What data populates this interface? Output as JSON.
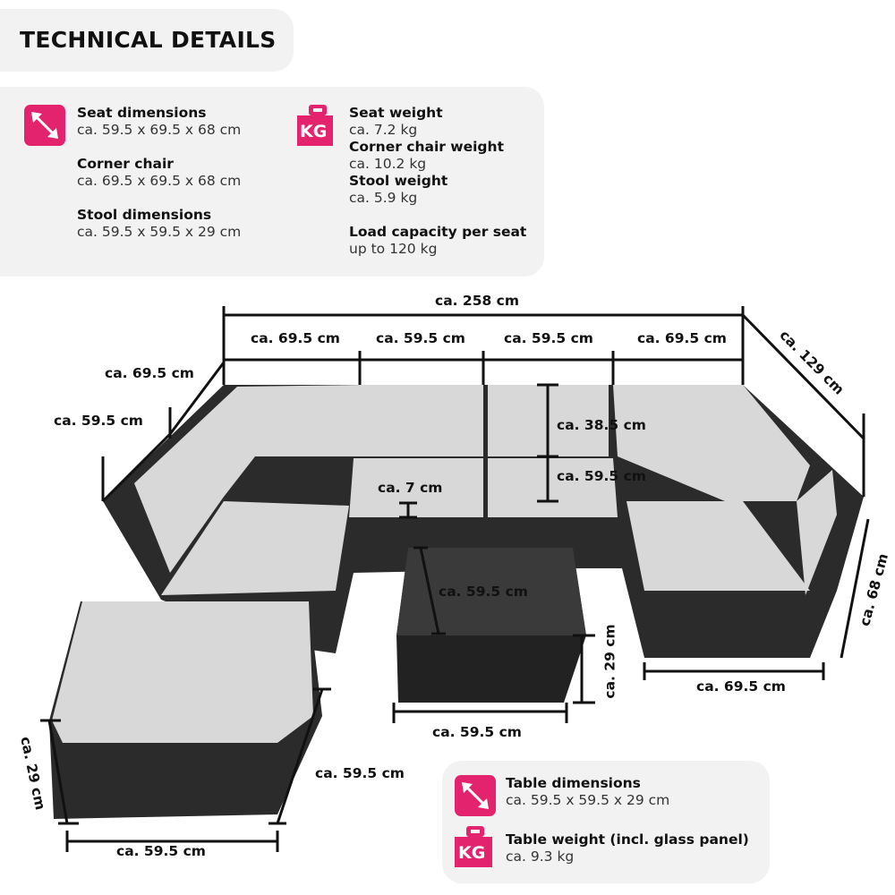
{
  "title": "TECHNICAL DETAILS",
  "colors": {
    "accent": "#e4236f",
    "panel": "#f2f2f2",
    "wicker": "#2b2b2b",
    "cushion": "#d8d8d8"
  },
  "specs": {
    "dimensions_icon": "diagonal-arrows-icon",
    "weight_icon": "kg-weight-icon",
    "left": [
      {
        "label": "Seat dimensions",
        "value": "ca. 59.5 x 69.5 x 68 cm"
      },
      {
        "label": "Corner chair",
        "value": "ca. 69.5 x 69.5 x 68 cm"
      },
      {
        "label": "Stool dimensions",
        "value": "ca. 59.5 x 59.5 x 29 cm"
      }
    ],
    "right": [
      {
        "label": "Seat weight",
        "value": "ca. 7.2 kg"
      },
      {
        "label": "Corner chair weight",
        "value": "ca. 10.2 kg"
      },
      {
        "label": "Stool weight",
        "value": "ca. 5.9 kg"
      },
      {
        "label": "Load capacity per seat",
        "value": "up to 120 kg"
      }
    ]
  },
  "table_specs": [
    {
      "label": "Table dimensions",
      "value": "ca. 59.5 x 59.5 x 29 cm"
    },
    {
      "label": "Table weight (incl. glass panel)",
      "value": "ca. 9.3 kg"
    }
  ],
  "kg_text": "KG",
  "dims": {
    "total_width": "ca. 258 cm",
    "seg1": "ca. 69.5 cm",
    "seg2": "ca. 59.5 cm",
    "seg3": "ca. 59.5 cm",
    "seg4": "ca. 69.5 cm",
    "left_depth_corner": "ca. 69.5 cm",
    "left_depth_seat": "ca. 59.5 cm",
    "right_depth": "ca. 129 cm",
    "backrest_height": "ca. 38.5 cm",
    "seat_depth": "ca. 59.5 cm",
    "cushion_thickness": "ca. 7 cm",
    "table_glass": "ca. 59.5 cm",
    "table_height": "ca. 29 cm",
    "seat_height": "ca. 68 cm",
    "right_seat_width": "ca. 69.5 cm",
    "table_width": "ca. 59.5 cm",
    "stool_height": "ca. 29 cm",
    "stool_depth": "ca. 59.5 cm",
    "stool_width": "ca. 59.5 cm"
  }
}
